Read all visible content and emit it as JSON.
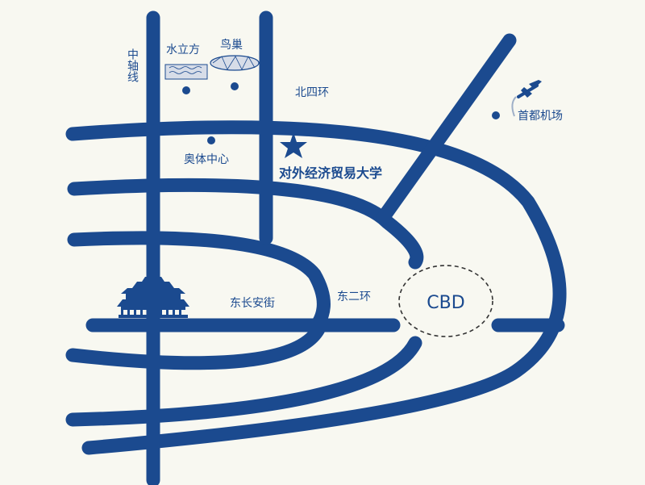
{
  "map": {
    "labels": {
      "central_axis": "中轴线",
      "water_cube": "水立方",
      "birds_nest": "鸟巢",
      "north_4th_ring": "北四环",
      "capital_airport": "首都机场",
      "olympic_center": "奥体中心",
      "university": "对外经济贸易大学",
      "east_changan": "东长安街",
      "east_2nd_ring": "东二环",
      "cbd": "CBD"
    },
    "colors": {
      "road": "#1b4a8f",
      "background": "#f8f8f1",
      "landmark_fill": "#d7dde8"
    },
    "icons": [
      "star-icon",
      "airplane-icon",
      "forbidden-city-icon",
      "water-cube-icon",
      "birds-nest-icon"
    ]
  }
}
